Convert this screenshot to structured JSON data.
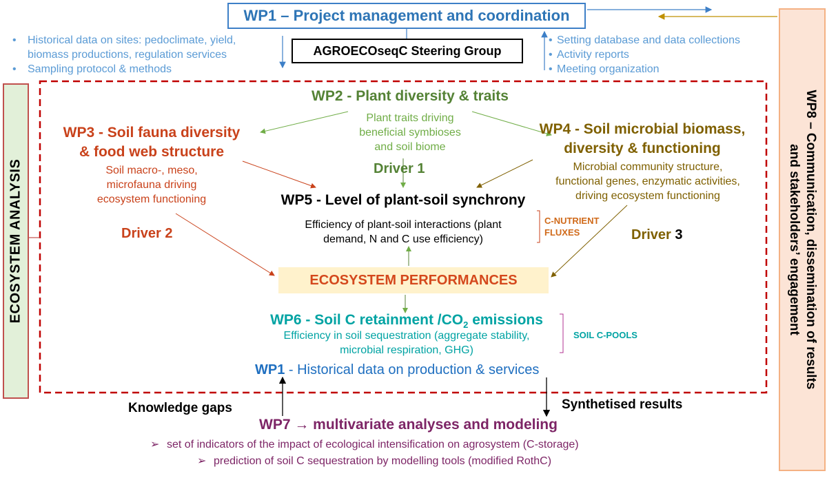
{
  "wp1": {
    "title": "WP1 – Project management and coordination",
    "left_bullets": [
      "Historical data on sites: pedoclimate, yield,",
      "biomass productions, regulation services",
      "Sampling protocol & methods"
    ],
    "right_bullets": [
      "Setting database and data collections",
      "Activity reports",
      "Meeting organization"
    ]
  },
  "steering": "AGROECOseqC Steering Group",
  "side_left": "ECOSYSTEM ANALYSIS",
  "side_right": [
    "WP8 – Communication, dissemination of results",
    "and stakeholders’ engagement"
  ],
  "wp2": {
    "title": "WP2 - Plant diversity & traits",
    "desc": [
      "Plant traits driving",
      "beneficial symbioses",
      "and soil biome"
    ],
    "driver": "Driver 1"
  },
  "wp3": {
    "title": [
      "WP3 - Soil fauna diversity",
      "& food web structure"
    ],
    "desc": [
      "Soil macro-, meso,",
      "microfauna driving",
      "ecosystem functioning"
    ],
    "driver": "Driver 2"
  },
  "wp4": {
    "title": [
      "WP4 - Soil microbial biomass,",
      "diversity & functioning"
    ],
    "desc": [
      "Microbial community structure,",
      "functional genes, enzymatic activities,",
      "driving ecosystem functioning"
    ],
    "driver_word": "Driver",
    "driver_num": "3"
  },
  "wp5": {
    "title": "WP5 - Level of plant-soil synchrony",
    "desc": [
      "Efficiency of plant-soil interactions (plant",
      "demand, N and C use efficiency)"
    ],
    "tag": [
      "C-NUTRIENT",
      "FLUXES"
    ]
  },
  "eco_perf": "ECOSYSTEM PERFORMANCES",
  "wp6": {
    "title_pre": "WP6 - Soil C retainment /CO",
    "title_sub": "2",
    "title_post": " emissions",
    "desc": [
      "Efficiency in soil sequestration (aggregate stability,",
      "microbial respiration, GHG)"
    ],
    "tag": "SOIL C-POOLS"
  },
  "wp1_hist": {
    "label": "WP1",
    "text": " - Historical data on production & services"
  },
  "knowledge_gaps": "Knowledge gaps",
  "synthetised": "Synthetised results",
  "wp7": {
    "title": "WP7 → multivariate analyses and modeling",
    "bullets": [
      "set of indicators of the impact of ecological intensification on agrosystem (C-storage)",
      "prediction of soil C sequestration by modelling tools (modified RothC)"
    ]
  },
  "colors": {
    "wp1": "#2e75b6",
    "green": "#548235",
    "orange": "#c9421b",
    "olive": "#7f6000",
    "teal": "#00a3a3",
    "purple": "#7d2566",
    "dashed_border": "#c00000"
  }
}
